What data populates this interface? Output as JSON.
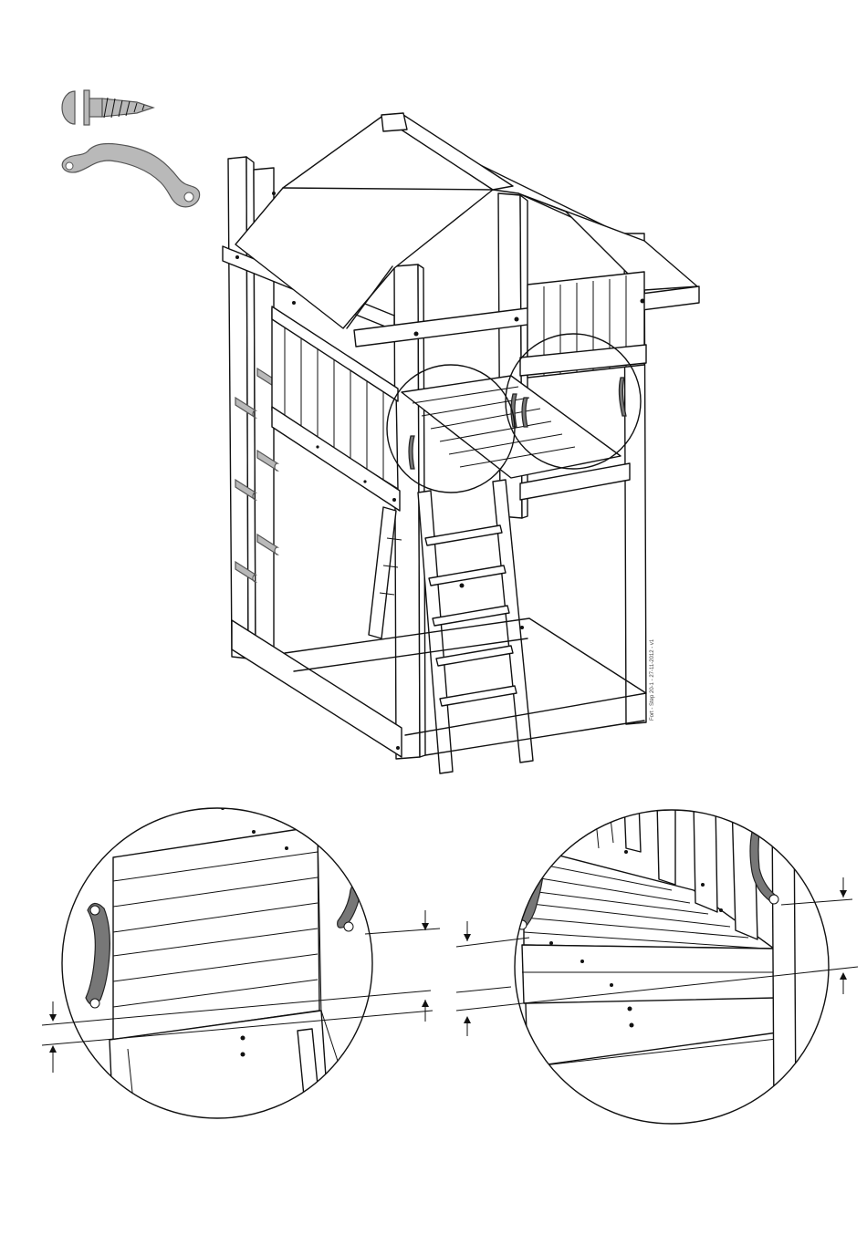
{
  "document": {
    "side_caption": "Fort - Step 20-1 - 27-11-2012 - v1"
  },
  "parts": [
    {
      "name": "screw",
      "icon": "screw-icon"
    },
    {
      "name": "handle",
      "icon": "handle-icon"
    }
  ],
  "detail_views": [
    "left-handle-detail",
    "right-handle-detail"
  ]
}
